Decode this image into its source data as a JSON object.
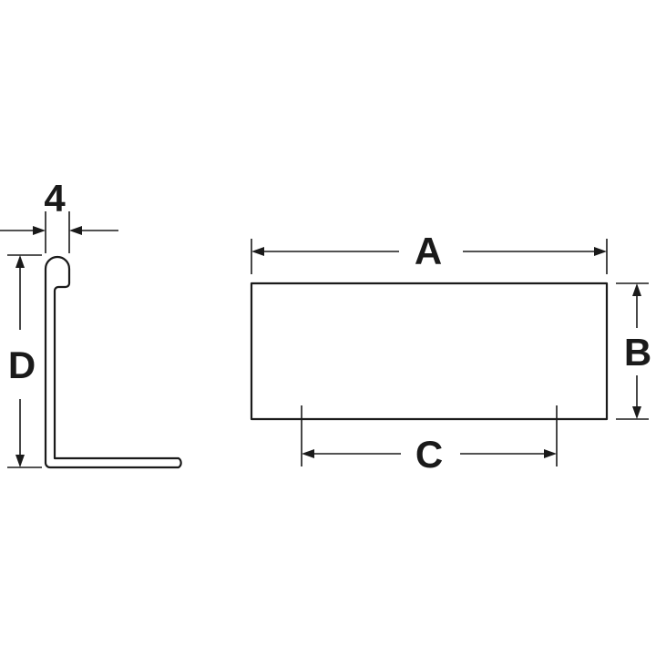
{
  "labels": {
    "thickness": "4",
    "height": "D",
    "length": "A",
    "width": "B",
    "inner_length": "C"
  }
}
